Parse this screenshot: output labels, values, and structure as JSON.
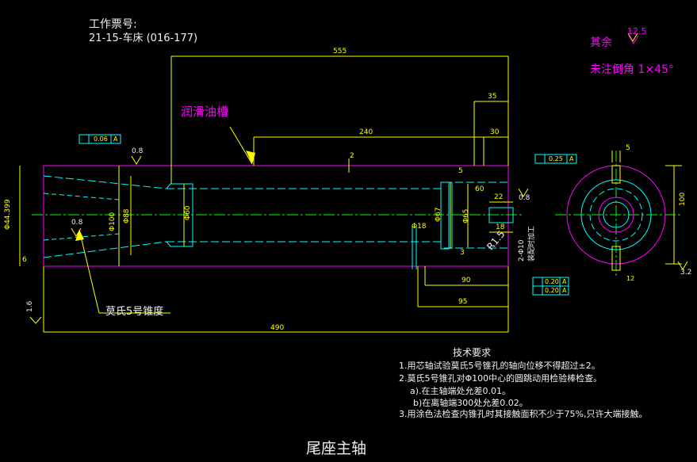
{
  "header": {
    "work_order_label": "工作票号:",
    "work_order_value": "21-15-车床 (016-177)"
  },
  "surface_note": {
    "remaining_label": "其余",
    "roughness_value": "12.5",
    "chamfer_note": "未注倒角 1×45°"
  },
  "callouts": {
    "oil_groove": "润滑油槽",
    "morse_taper": "莫氏5号锥度"
  },
  "dimensions": {
    "d555": "555",
    "d35": "35",
    "d240": "240",
    "d30": "30",
    "d2": "2",
    "d5_top": "5",
    "d60": "60",
    "d22": "22",
    "d18": "18",
    "d90": "90",
    "d95": "95",
    "d490": "490",
    "d3": "3",
    "d6": "6",
    "d5_section": "5",
    "d100": "100",
    "d12": "12",
    "dia_44": "Φ44.399",
    "dia_100": "Φ100",
    "dia_88": "Φ88",
    "dia_60": "Φ60",
    "dia_67": "Φ67",
    "dia_65": "Φ65",
    "dia_18": "Φ18",
    "holes": "2-Φ10",
    "assembly_note": "装配时加工",
    "r1_5": "R1.5",
    "rough_08_a": "0.8",
    "rough_08_b": "0.8",
    "rough_08_c": "0.8",
    "rough_16": "1.6",
    "rough_32": "3.2",
    "tol_a": "0.06",
    "tol_b": "0.25",
    "tol_c": "0.20",
    "tol_d": "0.20",
    "datum": "A"
  },
  "requirements": {
    "title": "技术要求",
    "items": [
      "1.用芯轴试验莫氏5号锥孔的轴向位移不得超过±2。",
      "2.莫氏5号锥孔对Φ100中心的圆跳动用检验棒检查。",
      "a).在主轴端处允差0.01。",
      "b)在离轴端300处允差0.02。",
      "3.用涂色法检查内锥孔时其接触面积不少于75%,只许大端接触。"
    ]
  },
  "drawing_title": "尾座主轴",
  "colors": {
    "background": "#000000",
    "outline": "#ff00ff",
    "hidden": "#00ffff",
    "dimension": "#ffff00",
    "text": "#f0f0f0",
    "center": "#00ff00"
  }
}
